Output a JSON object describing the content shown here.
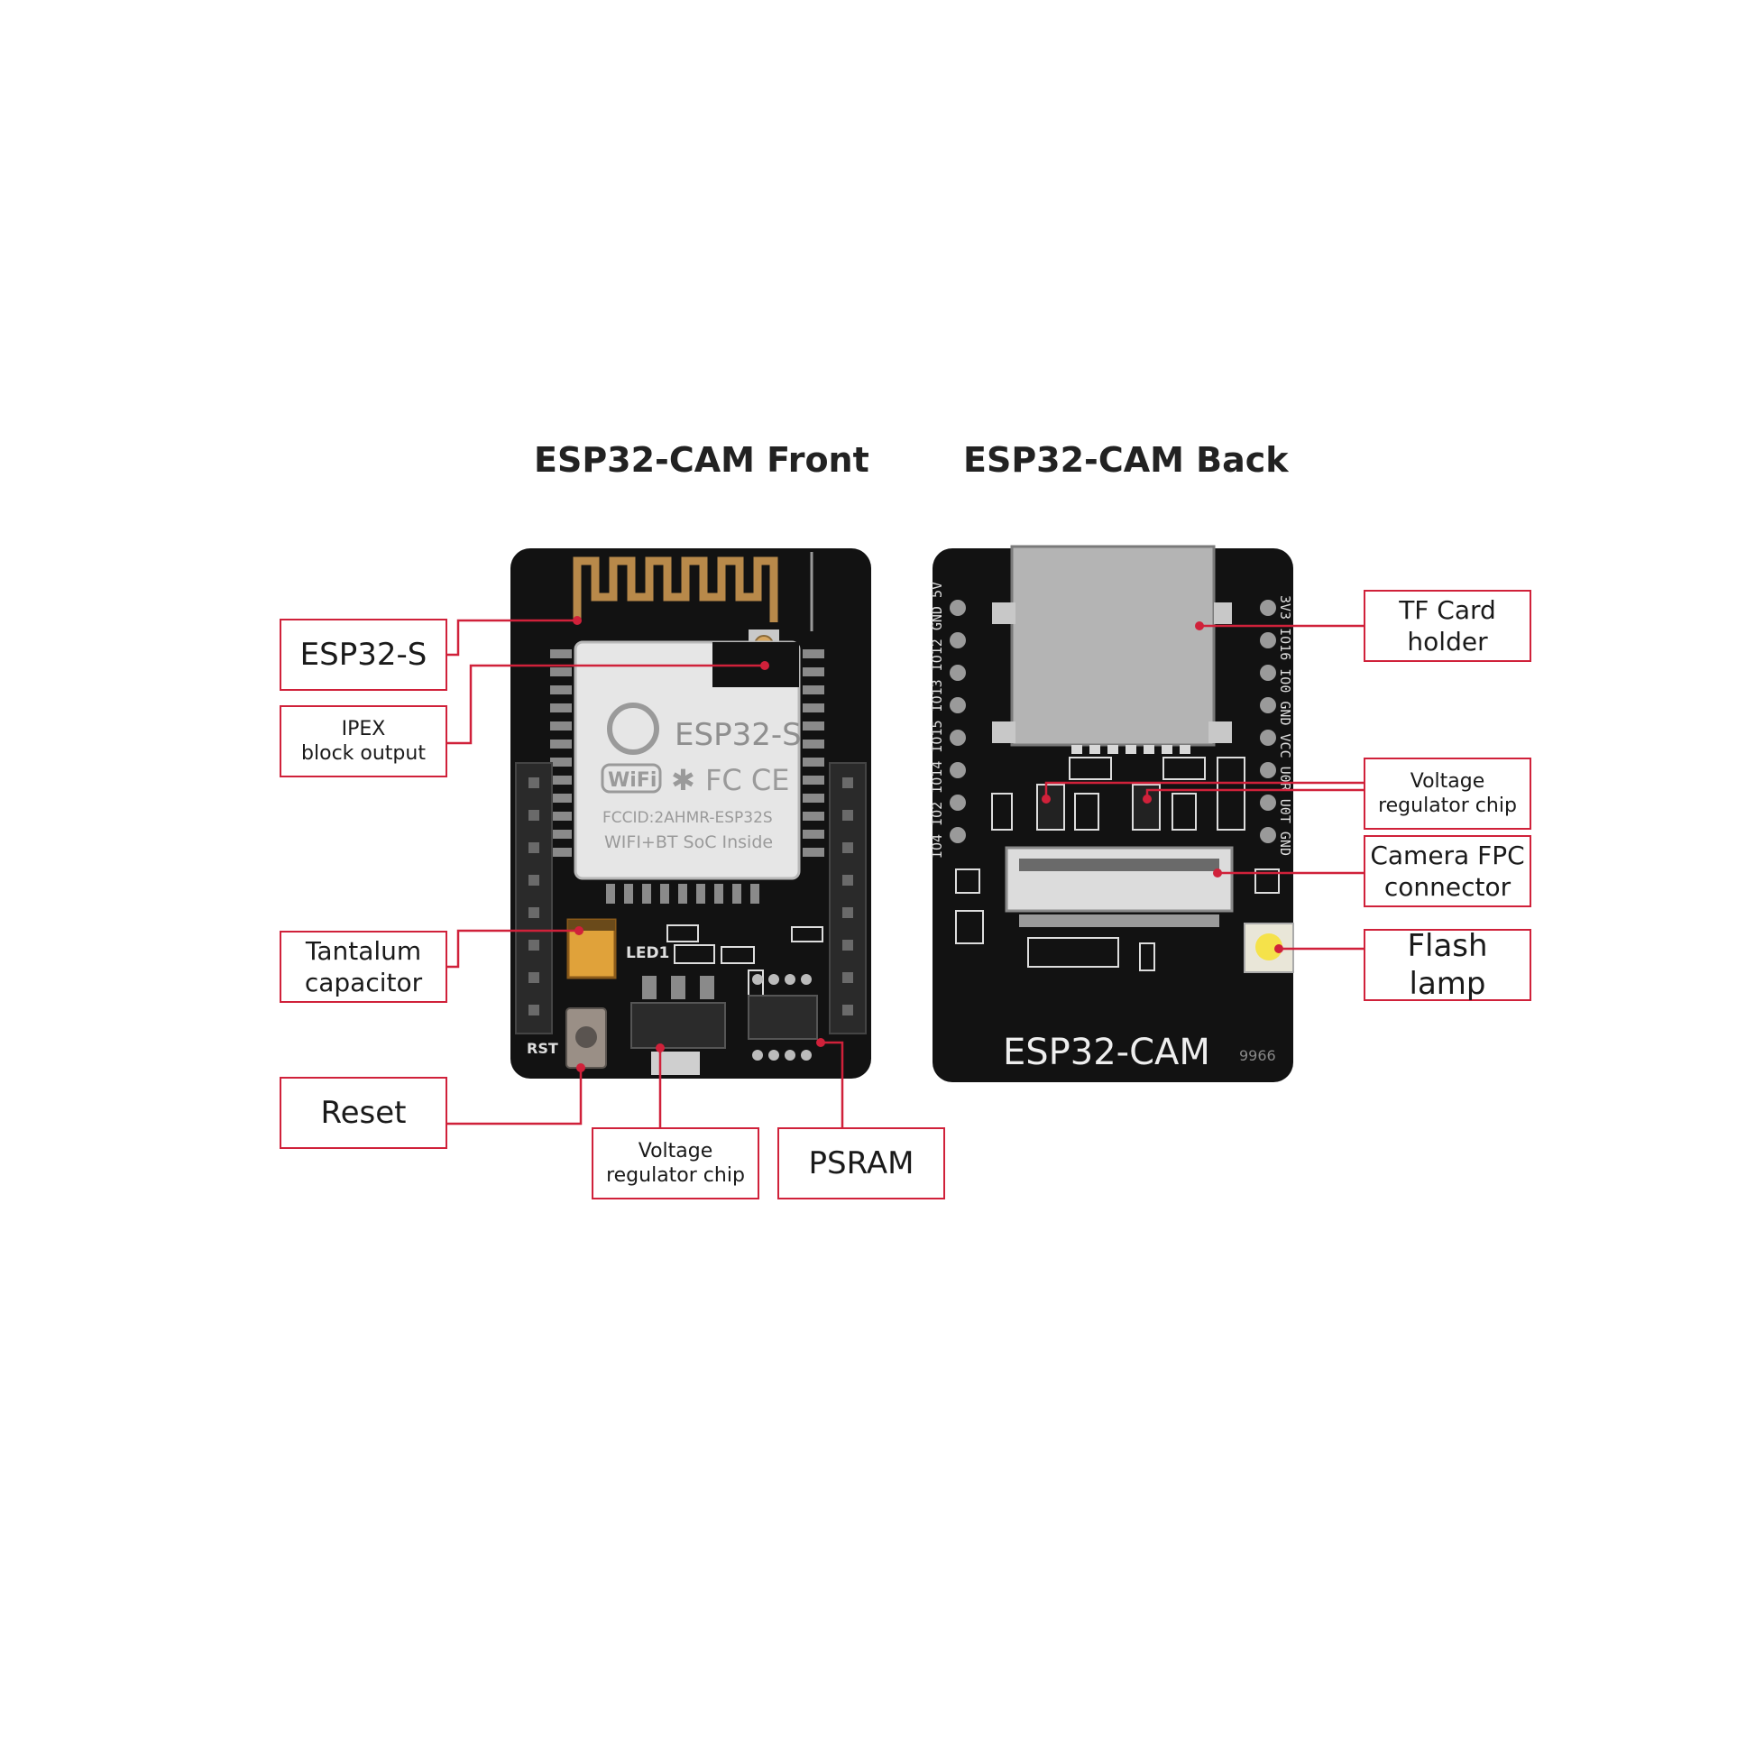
{
  "titles": {
    "front": "ESP32-CAM Front",
    "back": "ESP32-CAM Back"
  },
  "front_labels": {
    "esp32s": "ESP32-S",
    "ipex": "IPEX\nblock output",
    "tantalum": "Tantalum\ncapacitor",
    "reset": "Reset",
    "voltage_reg": "Voltage\nregulator chip",
    "psram": "PSRAM"
  },
  "back_labels": {
    "tf_card": "TF Card\nholder",
    "voltage_reg": "Voltage\nregulator chip",
    "camera_fpc": "Camera FPC\nconnector",
    "flash_lamp": "Flash lamp"
  },
  "board_print": {
    "module_name": "ESP32-S",
    "wifi_logo": "WiFi",
    "fcc_id": "FCCID:2AHMR-ESP32S",
    "soc_text": "WIFI+BT SoC Inside",
    "led": "LED1",
    "rst": "RST",
    "back_name": "ESP32-CAM",
    "back_code": "9966",
    "left_pins": "IO4 IO2 IO14 IO15 IO13 IO12 GND 5V",
    "right_pins": "3V3 IO16 IO0 GND VCC U0R U0T GND"
  },
  "colors": {
    "accent": "#d0213a",
    "pcb": "#121212",
    "gold": "#b8894a",
    "shield": "#e6e6e6"
  }
}
